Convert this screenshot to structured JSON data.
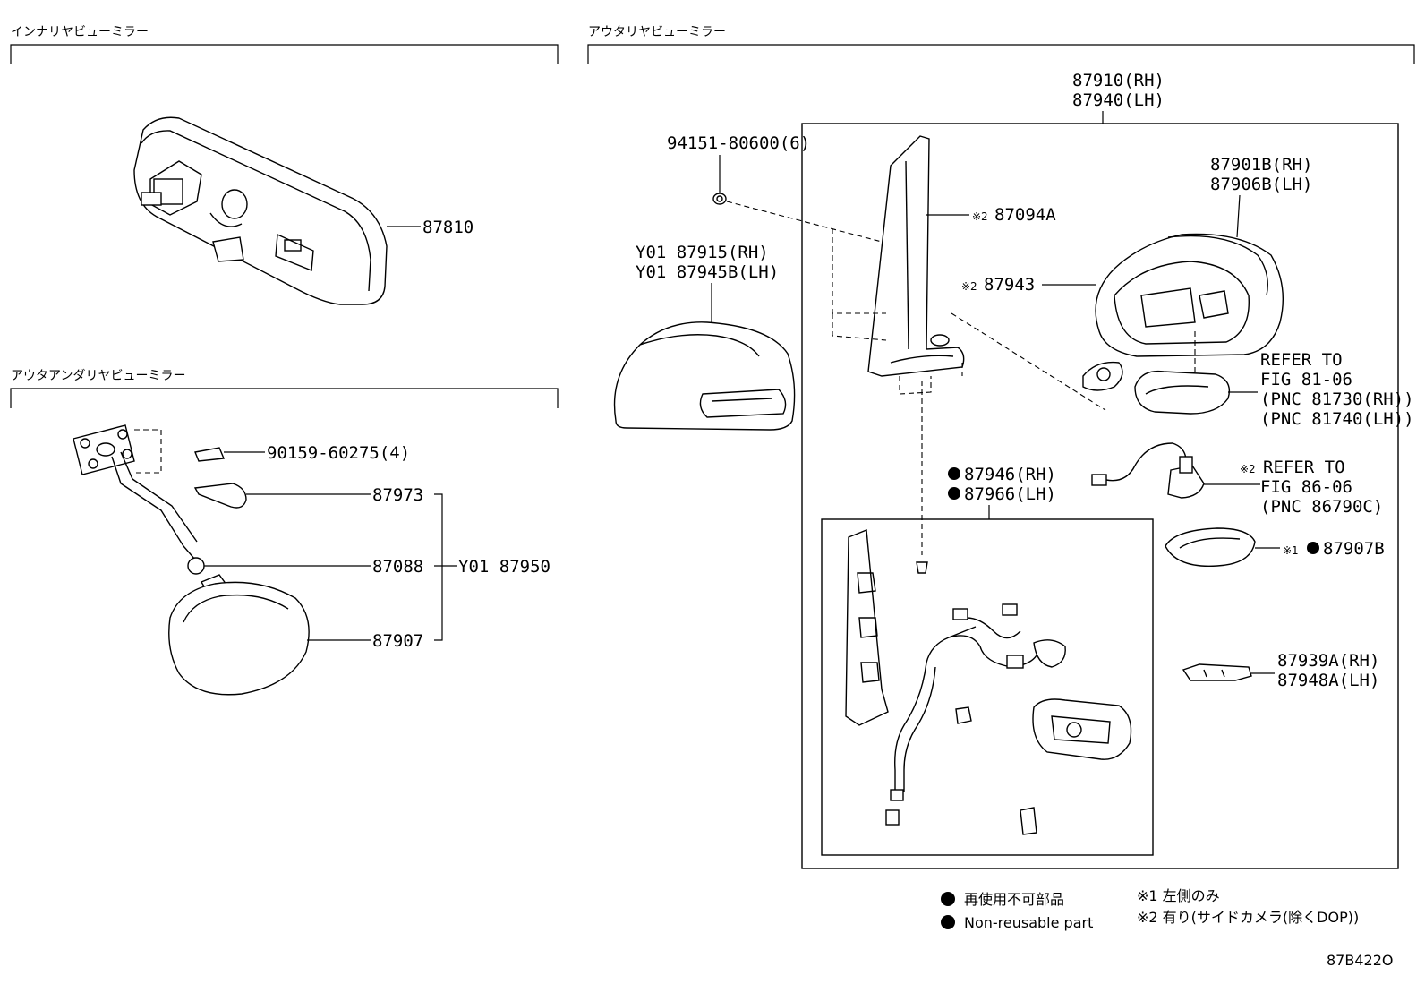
{
  "sections": {
    "inner_mirror": "インナリヤビューミラー",
    "outer_mirror": "アウタリヤビューミラー",
    "under_mirror": "アウタアンダリヤビューミラー"
  },
  "inner": {
    "part": "87810"
  },
  "under": {
    "bolt": "90159-60275(4)",
    "p1": "87973",
    "p2": "87088",
    "p3": "87907",
    "assy": "Y01 87950"
  },
  "outer": {
    "assy_rh": "87910(RH)",
    "assy_lh": "87940(LH)",
    "nut": "94151-80600(6)",
    "cover_rh": "Y01 87915(RH)",
    "cover_lh": "Y01 87945B(LH)",
    "bracket": "87094A",
    "bracket_mark": "※2",
    "garnish": "87943",
    "garnish_mark": "※2",
    "housing_rh": "87901B(RH)",
    "housing_lh": "87906B(LH)",
    "refer1_a": "REFER TO",
    "refer1_b": "FIG 81-06",
    "refer1_c": "(PNC 81730(RH))",
    "refer1_d": "(PNC 81740(LH))",
    "refer2_mark": "※2",
    "refer2_a": "REFER TO",
    "refer2_b": "FIG 86-06",
    "refer2_c": "(PNC 86790C)",
    "sub_rh": "87946(RH)",
    "sub_lh": "87966(LH)",
    "glass_mark": "※1",
    "glass": "87907B",
    "clip_rh": "87939A(RH)",
    "clip_lh": "87948A(LH)"
  },
  "legend": {
    "jp": "再使用不可部品",
    "en": "Non-reusable part",
    "note1": "※1 左側のみ",
    "note2": "※2 有り(サイドカメラ(除くDOP))"
  },
  "figure_code": "87B422O"
}
